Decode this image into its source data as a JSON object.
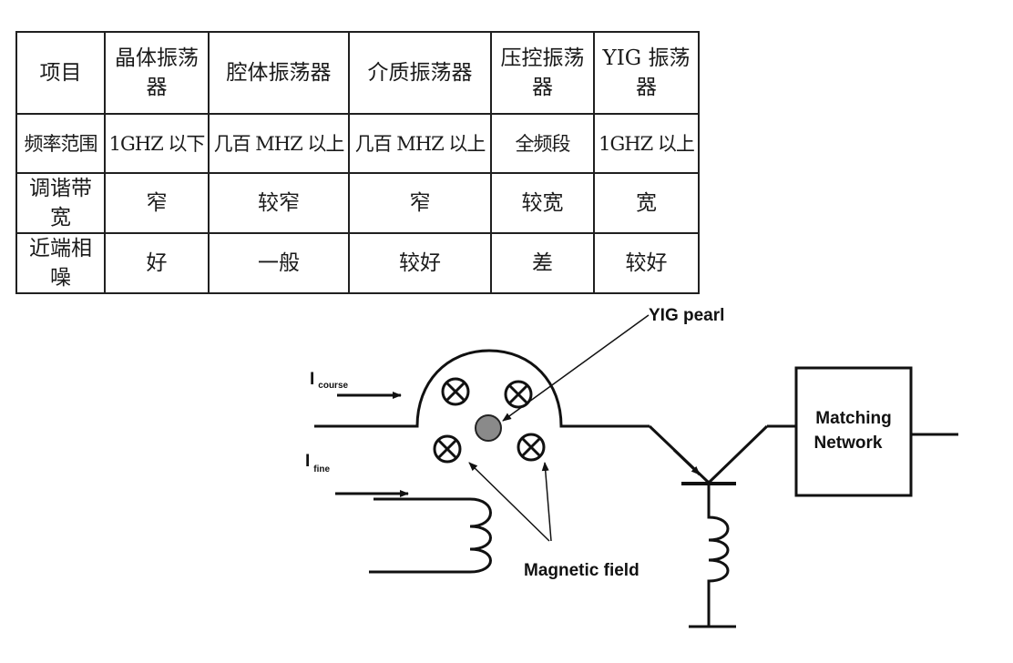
{
  "table": {
    "header": [
      "项目",
      "晶体振荡器",
      "腔体振荡器",
      "介质振荡器",
      "压控振荡器",
      "YIG 振荡器"
    ],
    "rows": [
      [
        "频率范围",
        "1GHZ 以下",
        "几百 MHZ 以上",
        "几百 MHZ 以上",
        "全频段",
        "1GHZ 以上"
      ],
      [
        "调谐带宽",
        "窄",
        "较窄",
        "窄",
        "较宽",
        "宽"
      ],
      [
        "近端相噪",
        "好",
        "一般",
        "较好",
        "差",
        "较好"
      ]
    ]
  },
  "diagram": {
    "yig_pearl_label": "YIG pearl",
    "i_course_main": "I",
    "i_course_sub": "course",
    "i_fine_main": "I",
    "i_fine_sub": "fine",
    "magnetic_field_label": "Magnetic field",
    "matching_network_line1": "Matching",
    "matching_network_line2": "Network",
    "pearl_color": "#8a8a8a"
  }
}
